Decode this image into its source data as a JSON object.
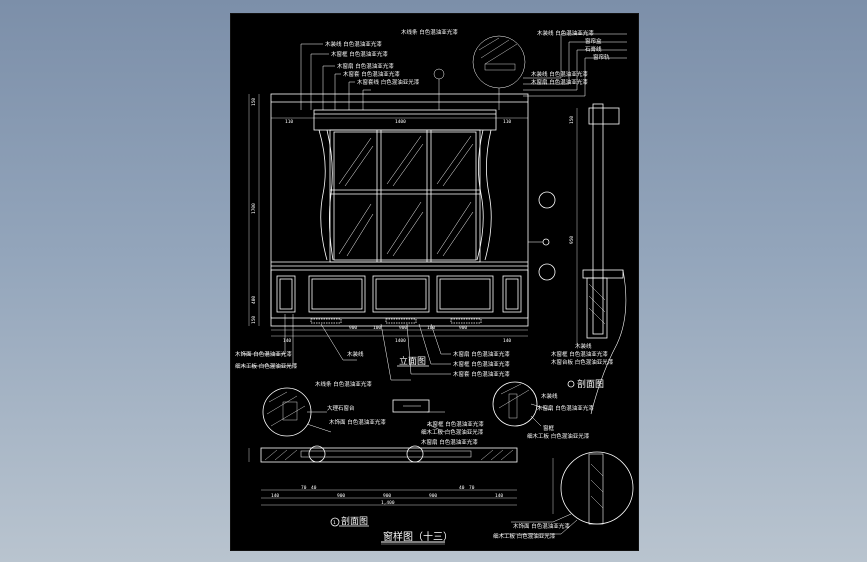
{
  "drawing": {
    "main_title": "窗样图（十三）",
    "elevation_title": "立面图",
    "section_title_bottom": "剖面图",
    "section_title_right": "剖面图",
    "bubble_number": "1"
  },
  "dimensions": {
    "top_row": [
      "110",
      "1400",
      "110"
    ],
    "bottom_row": [
      "140",
      "1400",
      "140"
    ],
    "mid_row": [
      "900",
      "100",
      "900",
      "100",
      "900"
    ],
    "section_row_small": [
      "70",
      "40",
      "40",
      "70"
    ],
    "section_row_main": [
      "140",
      "900",
      "900",
      "900",
      "140"
    ],
    "section_row_total": [
      "1,400"
    ],
    "left_vertical": [
      "150",
      "1700",
      "400",
      "150"
    ],
    "right_vertical": [
      "150",
      "950"
    ]
  },
  "callouts": {
    "top": [
      "木装线 白色混油亚光漆",
      "木线条 白色混油亚光漆",
      "木窗框 白色混油亚光漆",
      "木窗扇 白色混油亚光漆",
      "木窗套 白色混油亚光漆",
      "木窗套线 白色混油亚光漆"
    ],
    "top_right": [
      "木装线 白色混油亚光漆",
      "窗帘盒",
      "石膏线",
      "窗帘轨"
    ],
    "mid_right": [
      "木装线 白色混油亚光漆",
      "木窗扇 白色混油亚光漆"
    ],
    "left_bottom": [
      "木饰面 白色混油亚光漆",
      "细木工板 白色混油亚光漆",
      "木线条 白色混油亚光漆"
    ],
    "center_bottom": [
      "木窗扇 白色混油亚光漆",
      "木窗框 白色混油亚光漆",
      "木窗套 白色混油亚光漆",
      "大理石窗台"
    ],
    "section_right": [
      "木装线",
      "木窗框 白色混油亚光漆",
      "木窗台板 白色混油亚光漆",
      "细木工板 白色混油亚光漆"
    ],
    "bottom_right": [
      "木饰面 白色混油亚光漆",
      "细木工板 白色混油亚光漆"
    ],
    "section_labels": [
      "木装线",
      "窗框"
    ]
  },
  "colors": {
    "background_top": "#7c8fa9",
    "background_bottom": "#b9c4cf",
    "canvas": "#000000",
    "lines": "#ffffff"
  }
}
